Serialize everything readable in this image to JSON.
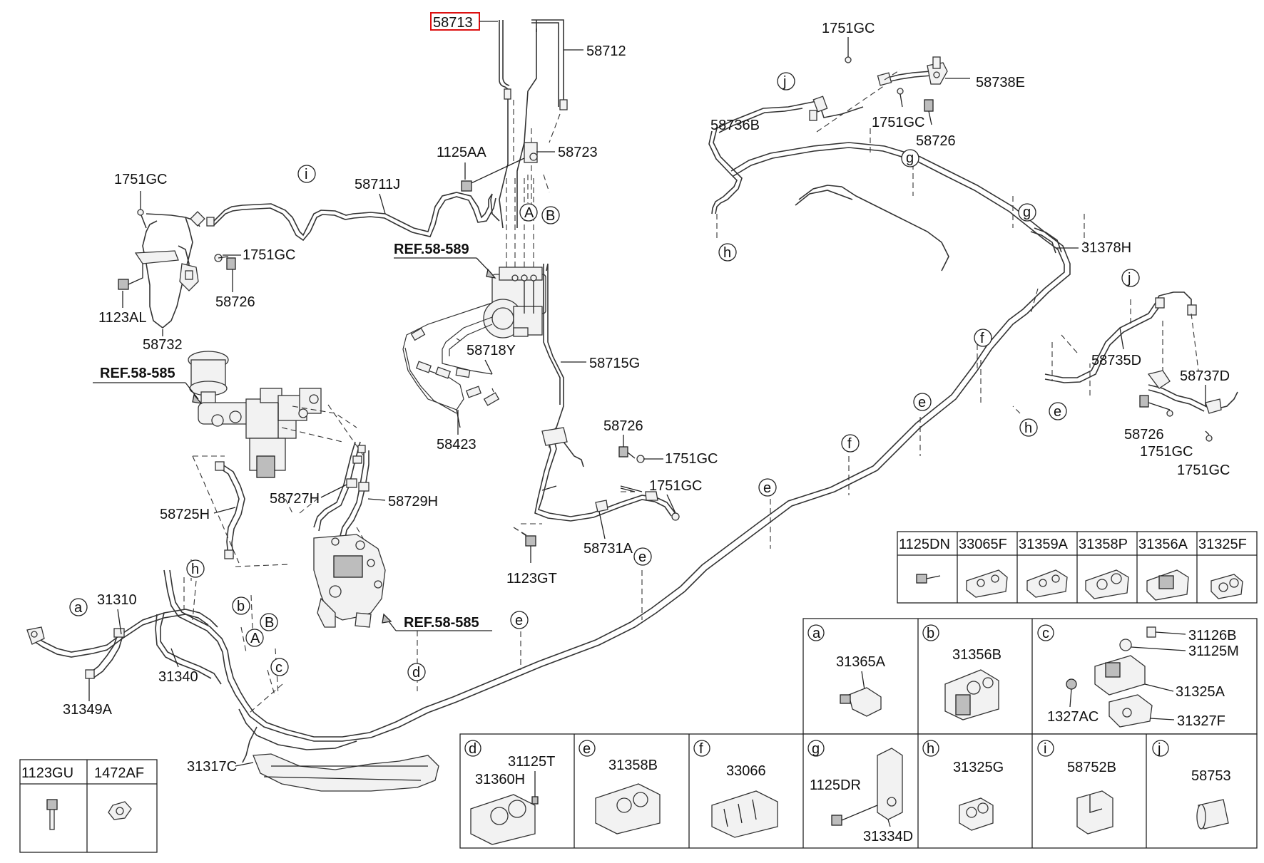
{
  "labels": {
    "p58713": "58713",
    "p58712": "58712",
    "p1125AA": "1125AA",
    "p58723": "58723",
    "p58711J": "58711J",
    "p1751GC_a": "1751GC",
    "p1751GC_b": "1751GC",
    "p1751GC_c": "1751GC",
    "p1751GC_d": "1751GC",
    "p1751GC_e": "1751GC",
    "p1751GC_f": "1751GC",
    "p1751GC_g": "1751GC",
    "p1751GC_h": "1751GC",
    "p58726_a": "58726",
    "p58726_b": "58726",
    "p58726_c": "58726",
    "p58726_d": "58726",
    "p1123AL": "1123AL",
    "p58732": "58732",
    "ref58589": "REF.58-589",
    "ref58585a": "REF.58-585",
    "ref58585b": "REF.58-585",
    "p58718Y": "58718Y",
    "p58715G": "58715G",
    "p58423": "58423",
    "p58727H": "58727H",
    "p58729H": "58729H",
    "p58725H": "58725H",
    "p58731A": "58731A",
    "p1123GT": "1123GT",
    "p58738E": "58738E",
    "p58736B": "58736B",
    "p31378H": "31378H",
    "p58735D": "58735D",
    "p58737D": "58737D",
    "p31310": "31310",
    "p31340": "31340",
    "p31349A": "31349A",
    "p31317C": "31317C"
  },
  "callouts": {
    "a": "a",
    "b": "b",
    "c": "c",
    "d": "d",
    "e": "e",
    "f": "f",
    "g": "g",
    "h": "h",
    "i": "i",
    "j": "j",
    "A": "A",
    "B": "B"
  },
  "table_top": {
    "headers": [
      "1125DN",
      "33065F",
      "31359A",
      "31358P",
      "31356A",
      "31325F"
    ]
  },
  "table_small": {
    "headers": [
      "1123GU",
      "1472AF"
    ]
  },
  "detail_boxes": {
    "a": {
      "key": "a",
      "parts": [
        "31365A"
      ]
    },
    "b": {
      "key": "b",
      "parts": [
        "31356B"
      ]
    },
    "c": {
      "key": "c",
      "parts": [
        "31126B",
        "31125M",
        "31325A",
        "1327AC",
        "31327F"
      ]
    },
    "d": {
      "key": "d",
      "parts": [
        "31125T",
        "31360H"
      ]
    },
    "e": {
      "key": "e",
      "parts": [
        "31358B"
      ]
    },
    "f": {
      "key": "f",
      "parts": [
        "33066"
      ]
    },
    "g": {
      "key": "g",
      "parts": [
        "1125DR",
        "31334D"
      ]
    },
    "h": {
      "key": "h",
      "parts": [
        "31325G"
      ]
    },
    "i": {
      "key": "i",
      "parts": [
        "58752B"
      ]
    },
    "j": {
      "key": "j",
      "parts": [
        "58753"
      ]
    }
  },
  "colors": {
    "highlight": "#d11111",
    "line": "#222222"
  }
}
